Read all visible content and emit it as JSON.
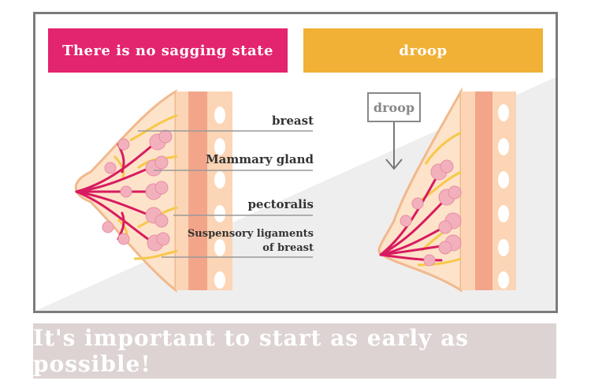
{
  "headers": {
    "left": "There is no sagging state",
    "right": "droop"
  },
  "labels": {
    "breast": "breast",
    "mammary_gland": "Mammary gland",
    "pectoralis": "pectoralis",
    "suspensory_line1": "Suspensory ligaments",
    "suspensory_line2": "of breast"
  },
  "droop_annotation": "droop",
  "banner": "It's important to start as early as possible!",
  "colors": {
    "pink_header": "#e3246e",
    "yellow_header": "#f0b136",
    "banner_bg": "#ddd3d3",
    "skin": "#fde3c9",
    "muscle": "#f3a58a",
    "ducts": "#d81b60",
    "lobules": "#f2b0bd",
    "ligaments": "#f7c84a"
  }
}
